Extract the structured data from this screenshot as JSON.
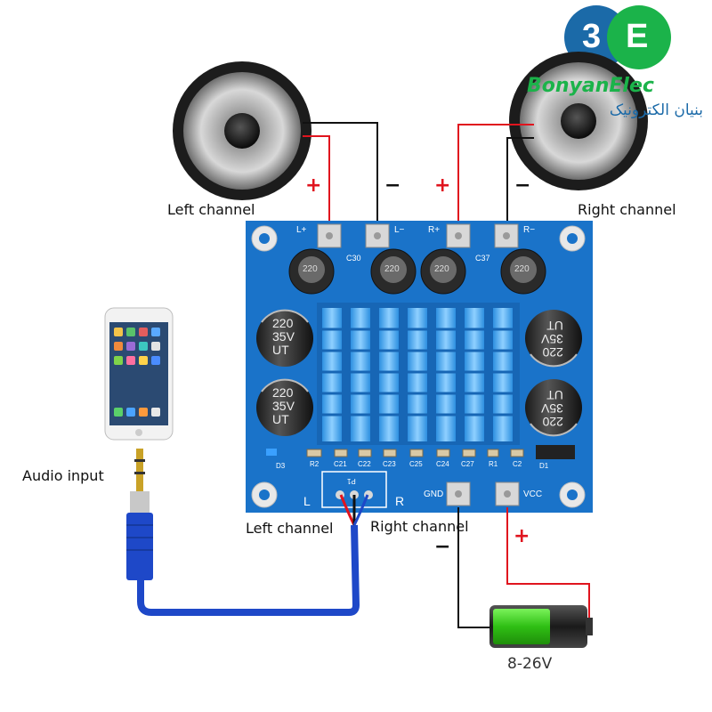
{
  "logo": {
    "mark_left": "3",
    "mark_right": "E",
    "wordmark": "BonyanElec",
    "wordmark_fa": "بنیان الکترونیک"
  },
  "labels": {
    "left_speaker": "Left channel",
    "right_speaker": "Right channel",
    "audio_input": "Audio input",
    "input_left": "Left channel",
    "input_right": "Right channel",
    "battery_voltage": "8-26V"
  },
  "polarity": {
    "plus": "+",
    "minus": "−"
  },
  "board": {
    "terminals": [
      "L+",
      "L−",
      "R+",
      "R−"
    ],
    "power_terminals": [
      "GND",
      "VCC"
    ],
    "inductor_marks": [
      "220",
      "220",
      "220",
      "220"
    ],
    "cap_labels": [
      "C30",
      "C37"
    ],
    "bottom_parts": [
      "R2",
      "C21",
      "C22",
      "C23",
      "C25",
      "C24",
      "C27",
      "R1",
      "C2",
      "D1"
    ],
    "led_label": "D3",
    "capacitor_text": {
      "value": "220",
      "voltage": "35V",
      "mark": "UT"
    },
    "input_labels": {
      "left": "L",
      "right": "R",
      "ref": "P1"
    }
  },
  "colors": {
    "board": "#1a73c9",
    "wire_red": "#e0141e",
    "wire_black": "#111111",
    "cable": "#1e48c8",
    "battery_fill": "#3ccf1e",
    "logo_green": "#1bb34a",
    "logo_blue": "#1b6aa8"
  },
  "icons": [
    "speaker-icon",
    "smartphone-icon",
    "audio-jack-icon",
    "battery-icon"
  ]
}
